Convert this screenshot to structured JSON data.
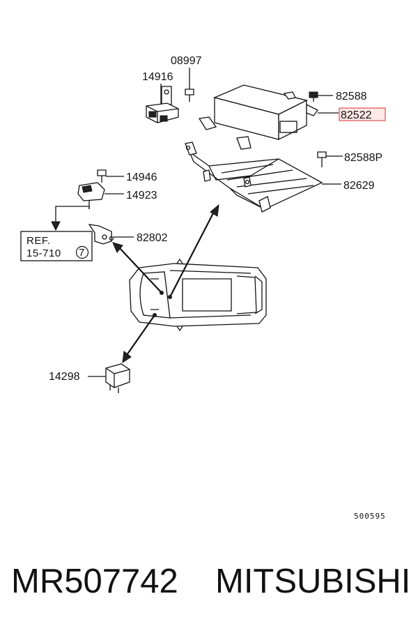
{
  "labels": {
    "p08997": "08997",
    "p14916": "14916",
    "p82588": "82588",
    "p82522": "82522",
    "p82588p": "82588P",
    "p82629": "82629",
    "p14946": "14946",
    "p14923": "14923",
    "p82802": "82802",
    "p14298": "14298"
  },
  "reference": {
    "line1": "REF.",
    "line2": "15-710",
    "circled": "7"
  },
  "diagram_code": "500595",
  "caption": {
    "part_number": "MR507742",
    "brand": "MITSUBISHI"
  },
  "colors": {
    "highlight_box": "#e05050",
    "highlight_fill": "#fde8e8"
  }
}
